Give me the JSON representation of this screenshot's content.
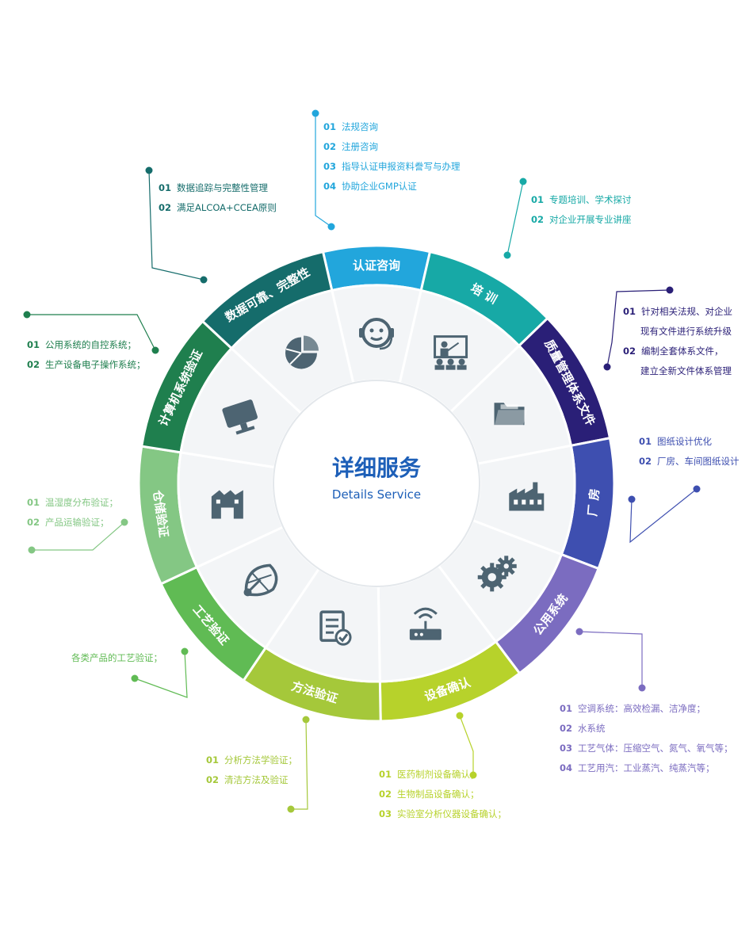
{
  "center": {
    "title": "详细服务",
    "subtitle": "Details Service"
  },
  "segments": [
    {
      "id": "cert",
      "label": "认证咨询",
      "color": "#22a6dc",
      "icon": "headset-icon",
      "items": [
        {
          "num": "01",
          "text": "法规咨询"
        },
        {
          "num": "02",
          "text": "注册咨询"
        },
        {
          "num": "03",
          "text": "指导认证申报资料誊写与办理"
        },
        {
          "num": "04",
          "text": "协助企业GMP认证"
        }
      ]
    },
    {
      "id": "training",
      "label": "培 训",
      "color": "#17a9a6",
      "icon": "presentation-icon",
      "items": [
        {
          "num": "01",
          "text": "专题培训、学术探讨"
        },
        {
          "num": "02",
          "text": "对企业开展专业讲座"
        }
      ]
    },
    {
      "id": "quality",
      "label": "质量管理体系文件",
      "color": "#2a1f77",
      "icon": "folder-icon",
      "items": [
        {
          "num": "01",
          "text": "针对相关法规、对企业"
        },
        {
          "num": "",
          "text": "现有文件进行系统升级"
        },
        {
          "num": "02",
          "text": "编制全套体系文件，"
        },
        {
          "num": "",
          "text": "建立全新文件体系管理"
        }
      ]
    },
    {
      "id": "plant",
      "label": "厂 房",
      "color": "#3e4fb0",
      "icon": "factory-icon",
      "items": [
        {
          "num": "01",
          "text": "图纸设计优化"
        },
        {
          "num": "02",
          "text": "厂房、车间图纸设计"
        }
      ]
    },
    {
      "id": "utility",
      "label": "公用系统",
      "color": "#7b6cc0",
      "icon": "gears-icon",
      "items": [
        {
          "num": "01",
          "text": "空调系统：高效检漏、洁净度；"
        },
        {
          "num": "02",
          "text": "水系统"
        },
        {
          "num": "03",
          "text": "工艺气体：压缩空气、氮气、氧气等；"
        },
        {
          "num": "04",
          "text": "工艺用汽：工业蒸汽、纯蒸汽等；"
        }
      ]
    },
    {
      "id": "equipment",
      "label": "设备确认",
      "color": "#b7d22b",
      "icon": "router-icon",
      "items": [
        {
          "num": "01",
          "text": "医药制剂设备确认；"
        },
        {
          "num": "02",
          "text": "生物制品设备确认；"
        },
        {
          "num": "03",
          "text": "实验室分析仪器设备确认；"
        }
      ]
    },
    {
      "id": "method",
      "label": "方法验证",
      "color": "#a5c83a",
      "icon": "checklist-icon",
      "items": [
        {
          "num": "01",
          "text": "分析方法学验证；"
        },
        {
          "num": "02",
          "text": "清洁方法及验证"
        }
      ]
    },
    {
      "id": "process",
      "label": "工艺验证",
      "color": "#60bb54",
      "icon": "fan-icon",
      "items": [
        {
          "num": "",
          "text": "各类产品的工艺验证；"
        }
      ]
    },
    {
      "id": "storage",
      "label": "仓储验证",
      "color": "#84c784",
      "icon": "warehouse-icon",
      "items": [
        {
          "num": "01",
          "text": "温湿度分布验证；"
        },
        {
          "num": "02",
          "text": "产品运输验证；"
        }
      ]
    },
    {
      "id": "computer",
      "label": "计算机系统验证",
      "color": "#1f7f4e",
      "icon": "monitor-icon",
      "items": [
        {
          "num": "01",
          "text": "公用系统的自控系统；"
        },
        {
          "num": "02",
          "text": "生产设备电子操作系统；"
        }
      ]
    },
    {
      "id": "data",
      "label": "数据可靠、完整性",
      "color": "#156c6b",
      "icon": "pie-chart-icon",
      "items": [
        {
          "num": "01",
          "text": "数据追踪与完整性管理"
        },
        {
          "num": "02",
          "text": "满足ALCOA+CCEA原则"
        }
      ]
    }
  ]
}
